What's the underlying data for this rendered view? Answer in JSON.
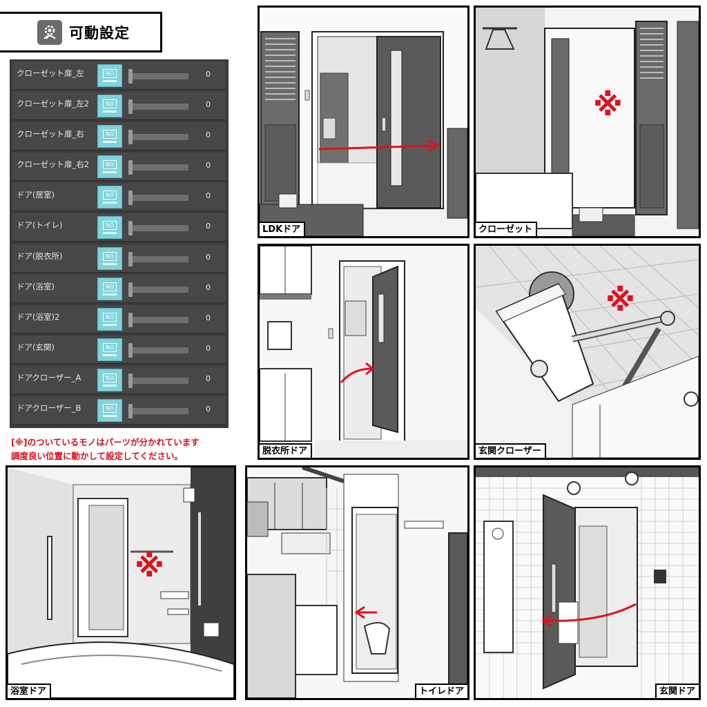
{
  "title": "可動設定",
  "icon_name": "settings-gear-icon",
  "toggle_text": "NO",
  "rows": [
    {
      "label": "クローゼット扉_左",
      "value": "0"
    },
    {
      "label": "クローゼット扉_左2",
      "value": "0"
    },
    {
      "label": "クローゼット扉_右",
      "value": "0"
    },
    {
      "label": "クローゼット扉_右2",
      "value": "0"
    },
    {
      "label": "ドア(居室)",
      "value": "0"
    },
    {
      "label": "ドア(トイレ)",
      "value": "0"
    },
    {
      "label": "ドア(脱衣所)",
      "value": "0"
    },
    {
      "label": "ドア(浴室)",
      "value": "0"
    },
    {
      "label": "ドア(浴室)2",
      "value": "0"
    },
    {
      "label": "ドア(玄関)",
      "value": "0"
    },
    {
      "label": "ドアクローザー_A",
      "value": "0"
    },
    {
      "label": "ドアクローザー_B",
      "value": "0"
    }
  ],
  "note": {
    "line1": "[※]のついているモノはパーツが分かれています",
    "line2": "調度良い位置に動かして設定してください。"
  },
  "mark": "※",
  "panels": {
    "ldk": "LDKドア",
    "closet": "クローゼット",
    "dressing": "脱衣所ドア",
    "closer": "玄関クローザー",
    "bath": "浴室ドア",
    "toilet": "トイレドア",
    "entrance": "玄関ドア"
  },
  "colors": {
    "panel_bg": "#3b3b3b",
    "toggle": "#7ed4dc",
    "note": "#d4101a",
    "mark": "#e0111c",
    "door": "#5a5a5a"
  }
}
